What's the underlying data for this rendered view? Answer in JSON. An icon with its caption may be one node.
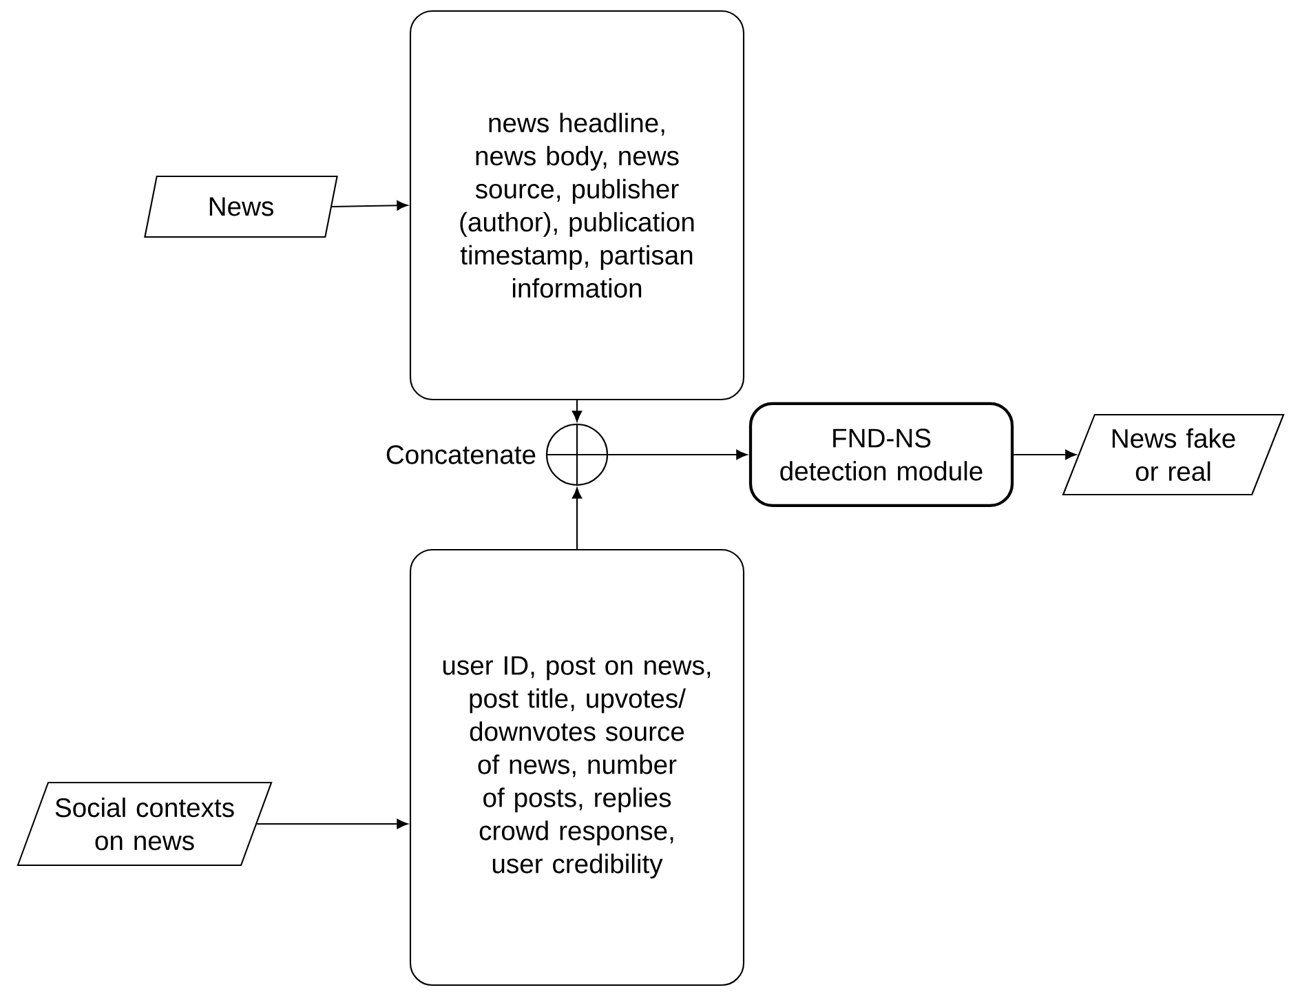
{
  "diagram": {
    "nodes": [
      {
        "text": [
          "News"
        ]
      },
      {
        "text": [
          "news headline, news body, news source, publisher (author), publication timestamp, partisan information"
        ]
      },
      {
        "text": [],
        "shape": "circle",
        "beside": [
          "Concatenate"
        ]
      },
      {
        "text": [
          "FND-NS detection module"
        ]
      },
      {
        "text": [
          "News fake or real"
        ]
      },
      {
        "text": [
          "Social contexts on news"
        ]
      },
      {
        "text": [
          "user ID, post on news, post title, upvotes/ downvotes source of news, number of posts, replies crowd response, user credibility"
        ]
      }
    ],
    "edges": [
      {
        "from": 0,
        "to": 1,
        "arrow": "to"
      },
      {
        "from": 1,
        "to": 2,
        "arrow": "to"
      },
      {
        "from": 6,
        "to": 2,
        "arrow": "to"
      },
      {
        "from": 2,
        "to": 3,
        "arrow": "to"
      },
      {
        "from": 3,
        "to": 4,
        "arrow": "to"
      },
      {
        "from": 5,
        "to": 6,
        "arrow": "to"
      }
    ]
  }
}
